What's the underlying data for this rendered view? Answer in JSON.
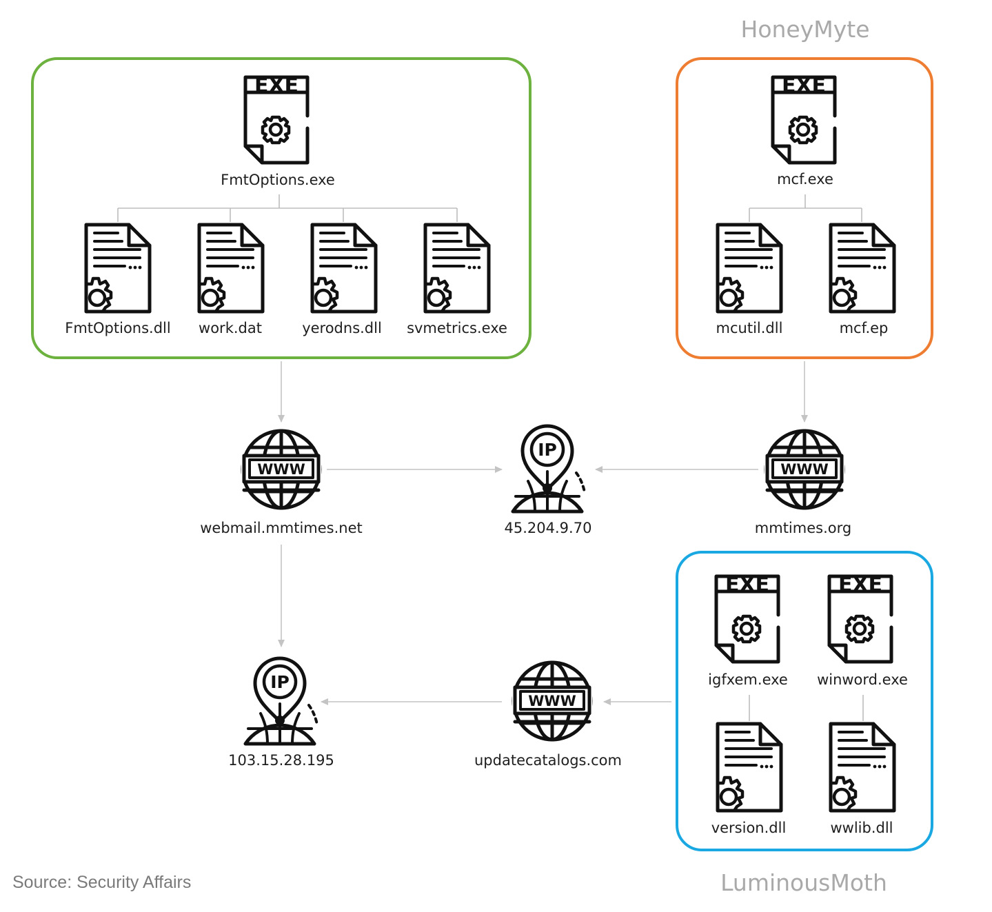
{
  "groups": {
    "honeymyte": {
      "title": "HoneyMyte",
      "color": "#ee7d32"
    },
    "luminousmoth": {
      "title": "LuminousMoth",
      "color": "#1aa8e2"
    },
    "green": {
      "color": "#6db13f"
    }
  },
  "files": {
    "fmtoptions_exe": "FmtOptions.exe",
    "fmtoptions_dll": "FmtOptions.dll",
    "work_dat": "work.dat",
    "yerodns_dll": "yerodns.dll",
    "svmetrics_exe": "svmetrics.exe",
    "mcf_exe": "mcf.exe",
    "mcutil_dll": "mcutil.dll",
    "mcf_ep": "mcf.ep",
    "igfxem_exe": "igfxem.exe",
    "winword_exe": "winword.exe",
    "version_dll": "version.dll",
    "wwlib_dll": "wwlib.dll"
  },
  "domains": {
    "webmail": "webmail.mmtimes.net",
    "mmtimes_org": "mmtimes.org",
    "updatecatalogs": "updatecatalogs.com"
  },
  "ips": {
    "ip1": "45.204.9.70",
    "ip2": "103.15.28.195"
  },
  "icon_text": {
    "exe": "EXE",
    "www": "WWW",
    "ip": "IP"
  },
  "source": "Source: Security Affairs"
}
